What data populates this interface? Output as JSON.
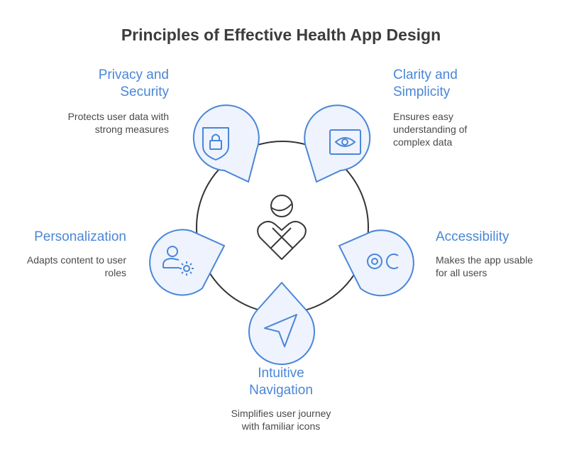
{
  "title": "Principles of Effective Health App Design",
  "colors": {
    "accent": "#4a86d8",
    "fill": "#eef3fd",
    "ring": "#333333",
    "text": "#4a4a4a"
  },
  "center_icon": "heart-person-icon",
  "principles": [
    {
      "title_lines": [
        "Privacy and",
        "Security"
      ],
      "desc_lines": [
        "Protects user data with",
        "strong measures"
      ],
      "icon": "lock-shield-icon"
    },
    {
      "title_lines": [
        "Clarity and",
        "Simplicity"
      ],
      "desc_lines": [
        "Ensures easy",
        "understanding of",
        "complex data"
      ],
      "icon": "eye-icon"
    },
    {
      "title_lines": [
        "Personalization"
      ],
      "desc_lines": [
        "Adapts content to user",
        "roles"
      ],
      "icon": "user-gear-icon"
    },
    {
      "title_lines": [
        "Accessibility"
      ],
      "desc_lines": [
        "Makes the app usable",
        "for all users"
      ],
      "icon": "accessibility-toggle-icon"
    },
    {
      "title_lines": [
        "Intuitive",
        "Navigation"
      ],
      "desc_lines": [
        "Simplifies user journey",
        "with familiar icons"
      ],
      "icon": "navigation-arrow-icon"
    }
  ]
}
